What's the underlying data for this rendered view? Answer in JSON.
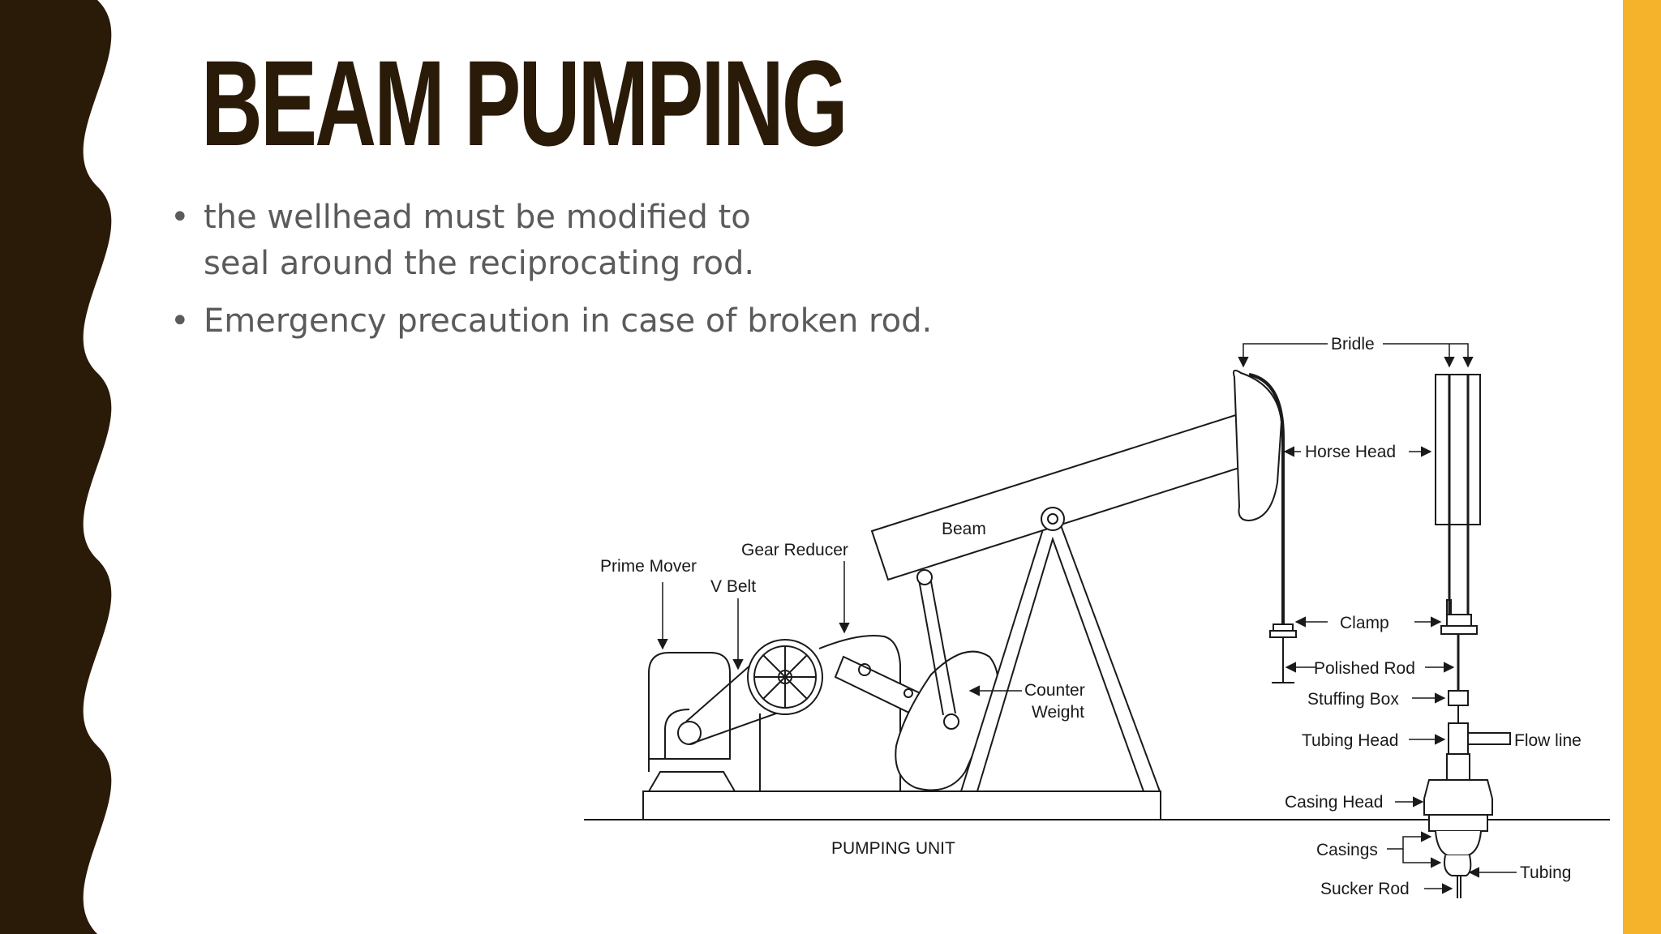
{
  "slide": {
    "title": "BEAM PUMPING",
    "bullets": [
      "the wellhead must be modified to seal around the reciprocating rod.",
      "Emergency precaution in case of broken rod."
    ],
    "bullet_glyph": "•"
  },
  "colors": {
    "dark_brown": "#2a1a08",
    "accent": "#f5b22b",
    "body_text": "#5b5b5b"
  },
  "diagram": {
    "caption": "PUMPING UNIT",
    "labels": {
      "bridle": "Bridle",
      "horse_head": "Horse Head",
      "beam": "Beam",
      "gear_reducer": "Gear Reducer",
      "prime_mover": "Prime Mover",
      "v_belt": "V Belt",
      "counter": "Counter",
      "weight": "Weight",
      "clamp": "Clamp",
      "polished_rod": "Polished Rod",
      "stuffing_box": "Stuffing Box",
      "tubing_head": "Tubing Head",
      "flow_line": "Flow line",
      "casing_head": "Casing Head",
      "casings": "Casings",
      "tubing": "Tubing",
      "sucker_rod": "Sucker Rod"
    }
  }
}
